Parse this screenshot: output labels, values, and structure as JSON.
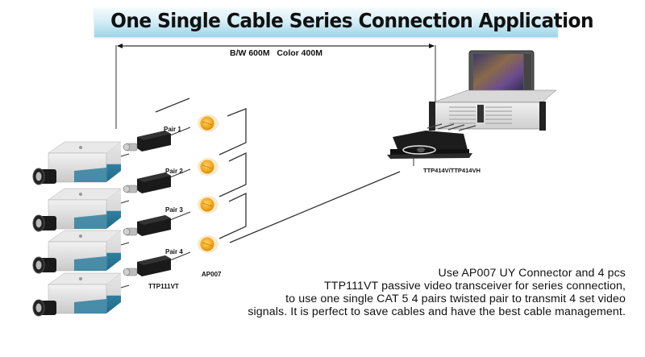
{
  "title": "One Single Cable Series Connection Application",
  "distance_label": "B/W 600M   Color 400M",
  "pairs": [
    {
      "label": "Pair 1"
    },
    {
      "label": "Pair 2"
    },
    {
      "label": "Pair 3"
    },
    {
      "label": "Pair 4"
    }
  ],
  "components": {
    "transceiver_label": "TTP111VT",
    "connector_label": "AP007",
    "receiver_label": "TTP414V/TTP414VH"
  },
  "description": {
    "lines": [
      "Use AP007 UY Connector  and 4 pcs",
      "TTP111VT passive video transceiver for series connection,",
      "to use one single CAT 5 4 pairs twisted pair to transmit 4 set video",
      "signals. It is perfect to save cables and have the best cable management."
    ]
  },
  "colors": {
    "banner_top": "#f4fbfd",
    "banner_bottom": "#9fd5e8",
    "camera_body": "#dcdcdc",
    "camera_stripe": "#2f7fa0",
    "connector": "#f2a516",
    "balun": "#1a1a1a"
  }
}
